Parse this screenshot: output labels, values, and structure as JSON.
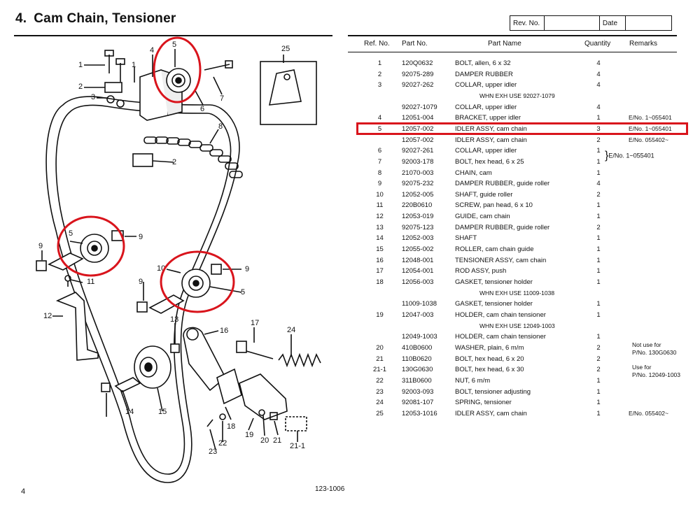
{
  "header": {
    "section_number": "4.",
    "title": "Cam Chain, Tensioner",
    "rev_label": "Rev. No.",
    "date_label": "Date"
  },
  "table": {
    "columns": [
      "Ref. No.",
      "Part No.",
      "Part Name",
      "Quantity",
      "Remarks"
    ],
    "rows": [
      {
        "ref": "1",
        "part": "120Q0632",
        "name": "BOLT, allen, 6 x 32",
        "qty": "4",
        "rem": ""
      },
      {
        "ref": "2",
        "part": "92075-289",
        "name": "DAMPER RUBBER",
        "qty": "4",
        "rem": ""
      },
      {
        "ref": "3",
        "part": "92027-262",
        "name": "COLLAR, upper idler",
        "qty": "4",
        "rem": ""
      },
      {
        "ref": "",
        "part": "",
        "name": "WHN EXH USE 92027-1079",
        "qty": "",
        "rem": "",
        "note": true
      },
      {
        "ref": "",
        "part": "92027-1079",
        "name": "COLLAR, upper idler",
        "qty": "4",
        "rem": ""
      },
      {
        "ref": "4",
        "part": "12051-004",
        "name": "BRACKET, upper idler",
        "qty": "1",
        "rem": "E/No. 1~055401"
      },
      {
        "ref": "5",
        "part": "12057-002",
        "name": "IDLER ASSY, cam chain",
        "qty": "3",
        "rem": "E/No. 1~055401"
      },
      {
        "ref": "",
        "part": "12057-002",
        "name": "IDLER ASSY, cam chain",
        "qty": "2",
        "rem": "E/No. 055402~"
      },
      {
        "ref": "6",
        "part": "92027-261",
        "name": "COLLAR, upper idler",
        "qty": "1",
        "rem": ""
      },
      {
        "ref": "7",
        "part": "92003-178",
        "name": "BOLT, hex head, 6 x 25",
        "qty": "1",
        "rem": ""
      },
      {
        "ref": "8",
        "part": "21070-003",
        "name": "CHAIN, cam",
        "qty": "1",
        "rem": ""
      },
      {
        "ref": "9",
        "part": "92075-232",
        "name": "DAMPER RUBBER, guide roller",
        "qty": "4",
        "rem": ""
      },
      {
        "ref": "10",
        "part": "12052-005",
        "name": "SHAFT, guide roller",
        "qty": "2",
        "rem": ""
      },
      {
        "ref": "11",
        "part": "220B0610",
        "name": "SCREW, pan head, 6 x 10",
        "qty": "1",
        "rem": ""
      },
      {
        "ref": "12",
        "part": "12053-019",
        "name": "GUIDE, cam chain",
        "qty": "1",
        "rem": ""
      },
      {
        "ref": "13",
        "part": "92075-123",
        "name": "DAMPER RUBBER, guide roller",
        "qty": "2",
        "rem": ""
      },
      {
        "ref": "14",
        "part": "12052-003",
        "name": "SHAFT",
        "qty": "1",
        "rem": ""
      },
      {
        "ref": "15",
        "part": "12055-002",
        "name": "ROLLER, cam chain guide",
        "qty": "1",
        "rem": ""
      },
      {
        "ref": "16",
        "part": "12048-001",
        "name": "TENSIONER ASSY, cam chain",
        "qty": "1",
        "rem": ""
      },
      {
        "ref": "17",
        "part": "12054-001",
        "name": "ROD ASSY, push",
        "qty": "1",
        "rem": ""
      },
      {
        "ref": "18",
        "part": "12056-003",
        "name": "GASKET, tensioner holder",
        "qty": "1",
        "rem": ""
      },
      {
        "ref": "",
        "part": "",
        "name": "WHN EXH USE 11009-1038",
        "qty": "",
        "rem": "",
        "note": true
      },
      {
        "ref": "",
        "part": "11009-1038",
        "name": "GASKET, tensioner holder",
        "qty": "1",
        "rem": ""
      },
      {
        "ref": "19",
        "part": "12047-003",
        "name": "HOLDER, cam chain tensioner",
        "qty": "1",
        "rem": ""
      },
      {
        "ref": "",
        "part": "",
        "name": "WHN EXH USE 12049-1003",
        "qty": "",
        "rem": "",
        "note": true
      },
      {
        "ref": "",
        "part": "12049-1003",
        "name": "HOLDER, cam chain tensioner",
        "qty": "1",
        "rem": ""
      },
      {
        "ref": "20",
        "part": "410B0600",
        "name": "WASHER, plain, 6 m/m",
        "qty": "2",
        "rem": ""
      },
      {
        "ref": "21",
        "part": "110B0620",
        "name": "BOLT, hex head, 6 x 20",
        "qty": "2",
        "rem": ""
      },
      {
        "ref": "21-1",
        "part": "130G0630",
        "name": "BOLT, hex head, 6 x 30",
        "qty": "2",
        "rem": ""
      },
      {
        "ref": "22",
        "part": "311B0600",
        "name": "NUT, 6 m/m",
        "qty": "1",
        "rem": ""
      },
      {
        "ref": "23",
        "part": "92003-093",
        "name": "BOLT, tensioner adjusting",
        "qty": "1",
        "rem": ""
      },
      {
        "ref": "24",
        "part": "92081-107",
        "name": "SPRING, tensioner",
        "qty": "1",
        "rem": ""
      },
      {
        "ref": "25",
        "part": "12053-1016",
        "name": "IDLER ASSY, cam chain",
        "qty": "1",
        "rem": "E/No. 055402~"
      }
    ],
    "side_notes": {
      "brace_6_7": "E/No. 1~055401",
      "not_use_1": "Not use for",
      "not_use_2": "P/No. 130G0630",
      "use_1": "Use for",
      "use_2": "P/No. 12049-1003"
    }
  },
  "diagram": {
    "labels": [
      "1",
      "1",
      "2",
      "3",
      "4",
      "5",
      "6",
      "7",
      "8",
      "2",
      "25",
      "9",
      "5",
      "9",
      "11",
      "12",
      "10",
      "5",
      "9",
      "9",
      "13",
      "14",
      "15",
      "16",
      "17",
      "24",
      "18",
      "19",
      "20",
      "21",
      "21-1",
      "22",
      "23"
    ]
  },
  "footer": {
    "page": "4",
    "code": "123-1006"
  },
  "colors": {
    "highlight": "#d9141c",
    "ink": "#111111"
  }
}
